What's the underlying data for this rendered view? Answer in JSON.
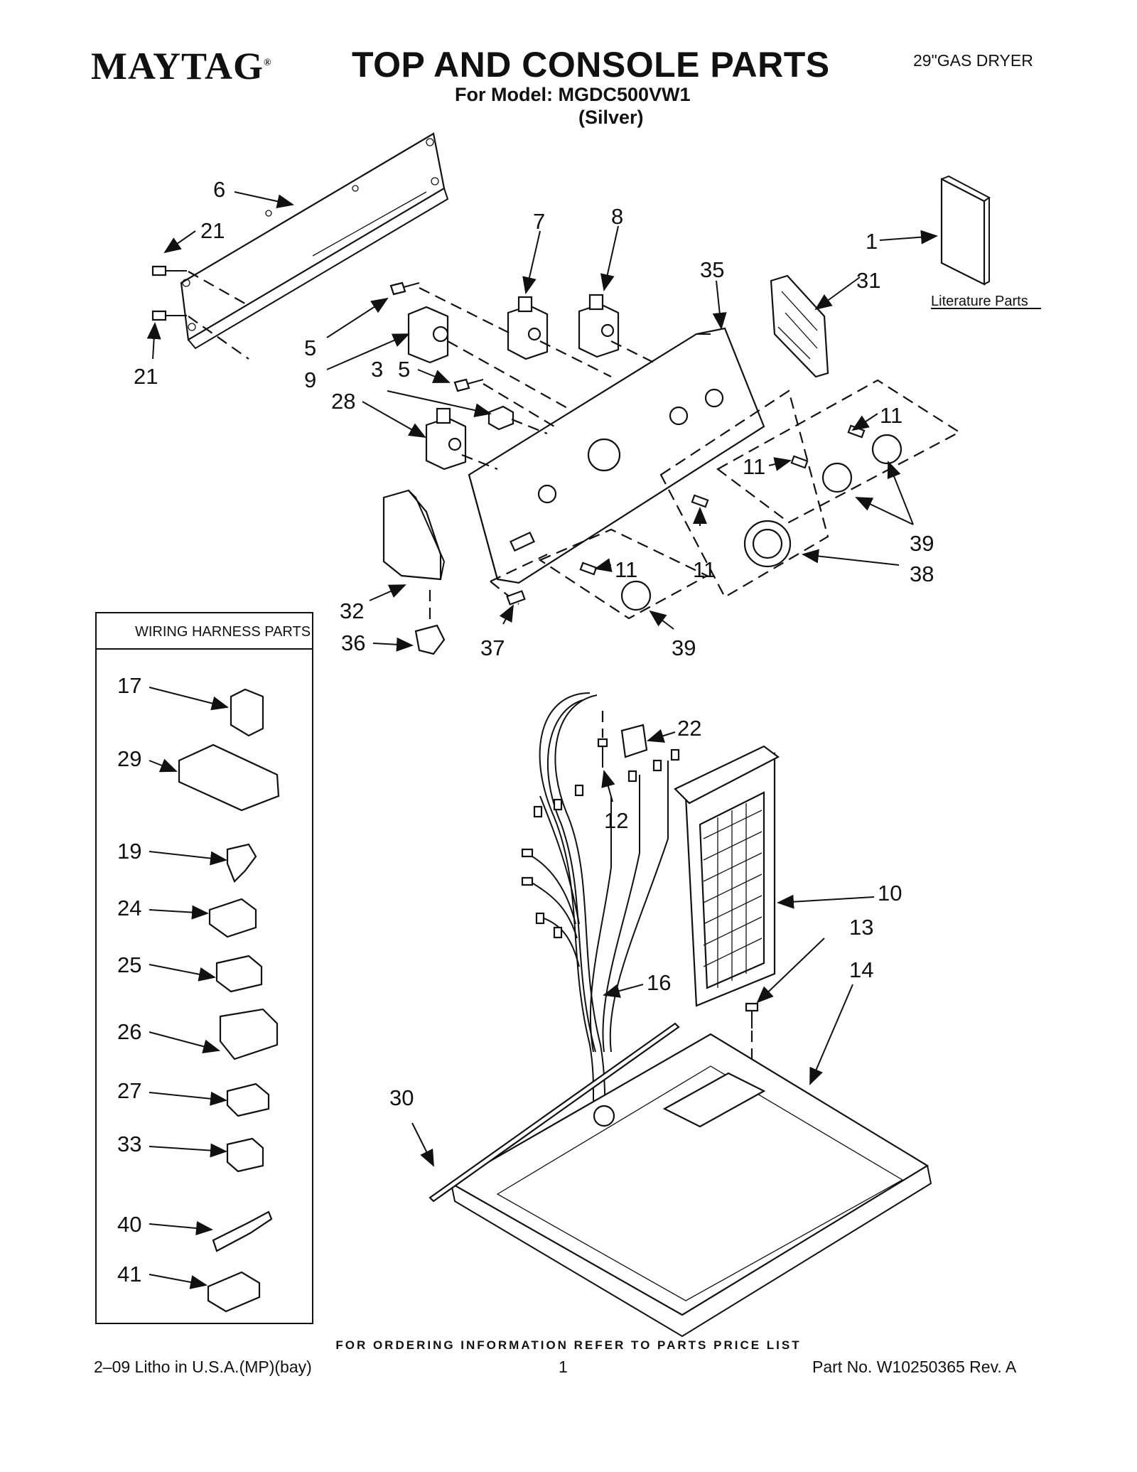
{
  "header": {
    "brand": "MAYTAG",
    "brand_mark": "®",
    "title": "TOP AND CONSOLE PARTS",
    "model_line": "For Model: MGDC500VW1",
    "finish": "(Silver)",
    "product": "29\"GAS DRYER"
  },
  "callouts": {
    "c1": "1",
    "c3": "3",
    "c5a": "5",
    "c5b": "5",
    "c6": "6",
    "c7": "7",
    "c8": "8",
    "c9": "9",
    "c10": "10",
    "c11a": "11",
    "c11b": "11",
    "c11c": "11",
    "c11d": "11",
    "c12": "12",
    "c13": "13",
    "c14": "14",
    "c16": "16",
    "c17": "17",
    "c19": "19",
    "c21a": "21",
    "c21b": "21",
    "c22": "22",
    "c24": "24",
    "c25": "25",
    "c26": "26",
    "c27": "27",
    "c28": "28",
    "c29": "29",
    "c30": "30",
    "c31": "31",
    "c32": "32",
    "c33": "33",
    "c35": "35",
    "c36": "36",
    "c37": "37",
    "c38": "38",
    "c39a": "39",
    "c39b": "39",
    "c40": "40",
    "c41": "41"
  },
  "literature_label": "Literature Parts",
  "wiring_box_title": "WIRING HARNESS PARTS",
  "footer": {
    "note": "FOR ORDERING INFORMATION REFER TO PARTS PRICE LIST",
    "litho": "2–09 Litho in U.S.A.(MP)(bay)",
    "page": "1",
    "part_no": "Part No. W10250365 Rev. A"
  }
}
